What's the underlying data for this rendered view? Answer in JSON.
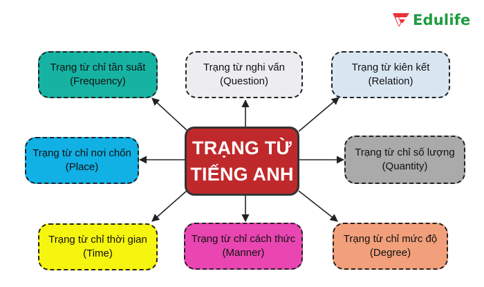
{
  "logo": {
    "text": "Edulife",
    "icon": "edulife-e-icon",
    "colors": {
      "mark": "#e8323a",
      "word": "#1f9b3f"
    }
  },
  "center": {
    "line1": "TRẠNG TỪ",
    "line2": "TIẾNG ANH",
    "color": "#c0292b"
  },
  "nodes": [
    {
      "id": "frequency",
      "line1": "Trạng từ chỉ tần suất",
      "line2": "(Frequency)",
      "color": "#16b3a3"
    },
    {
      "id": "question",
      "line1": "Trạng từ nghi vấn",
      "line2": "(Question)",
      "color": "#ededf1"
    },
    {
      "id": "relation",
      "line1": "Trạng từ kiên kết",
      "line2": "(Relation)",
      "color": "#d8e6f2"
    },
    {
      "id": "place",
      "line1": "Trạng từ chỉ nơi chốn",
      "line2": "(Place)",
      "color": "#11b0e5"
    },
    {
      "id": "quantity",
      "line1": "Trạng từ chỉ số lượng",
      "line2": "(Quantity)",
      "color": "#aaaaaa"
    },
    {
      "id": "time",
      "line1": "Trạng từ chỉ thời gian",
      "line2": "(Time)",
      "color": "#f6f50f"
    },
    {
      "id": "manner",
      "line1": "Trạng từ chỉ cách thức",
      "line2": "(Manner)",
      "color": "#e946b2"
    },
    {
      "id": "degree",
      "line1": "Trạng từ chỉ mức độ",
      "line2": "(Degree)",
      "color": "#f2a07b"
    }
  ]
}
